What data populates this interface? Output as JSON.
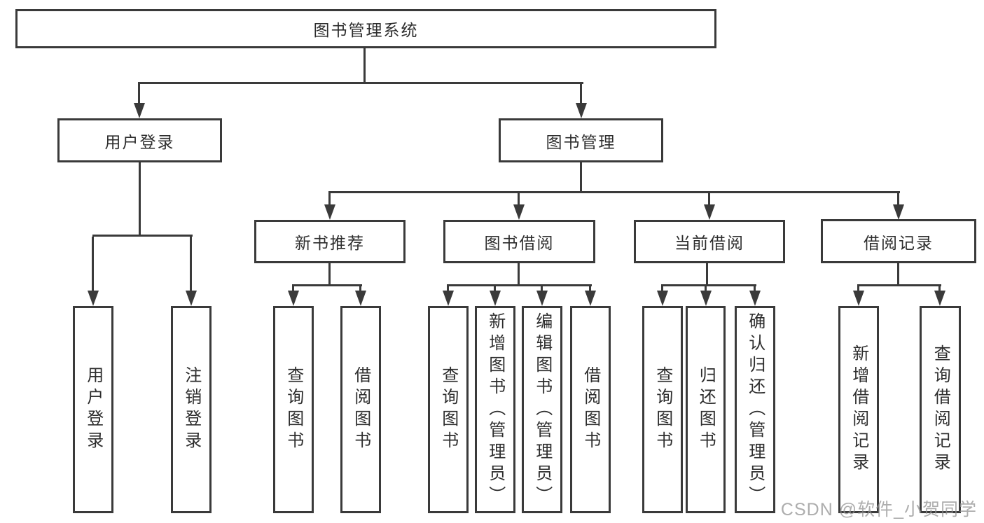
{
  "diagram_title": "图书管理系统",
  "colors": {
    "line": "#3a3a3a",
    "text": "#2d2d2d",
    "background": "#ffffff",
    "watermark": "#b0b0b0"
  },
  "tree": {
    "root": {
      "label": "图书管理系统",
      "children": [
        {
          "label": "用户登录",
          "children": [
            {
              "label": "用户登录"
            },
            {
              "label": "注销登录"
            }
          ]
        },
        {
          "label": "图书管理",
          "children": [
            {
              "label": "新书推荐",
              "children": [
                {
                  "label": "查询图书"
                },
                {
                  "label": "借阅图书"
                }
              ]
            },
            {
              "label": "图书借阅",
              "children": [
                {
                  "label": "查询图书"
                },
                {
                  "label": "新增图书（管理员）"
                },
                {
                  "label": "编辑图书（管理员）"
                },
                {
                  "label": "借阅图书"
                }
              ]
            },
            {
              "label": "当前借阅",
              "children": [
                {
                  "label": "查询图书"
                },
                {
                  "label": "归还图书"
                },
                {
                  "label": "确认归还（管理员）"
                }
              ]
            },
            {
              "label": "借阅记录",
              "children": [
                {
                  "label": "新增借阅记录"
                },
                {
                  "label": "查询借阅记录"
                }
              ]
            }
          ]
        }
      ]
    }
  },
  "watermark": {
    "text": "CSDN @软件_小贺同学"
  }
}
